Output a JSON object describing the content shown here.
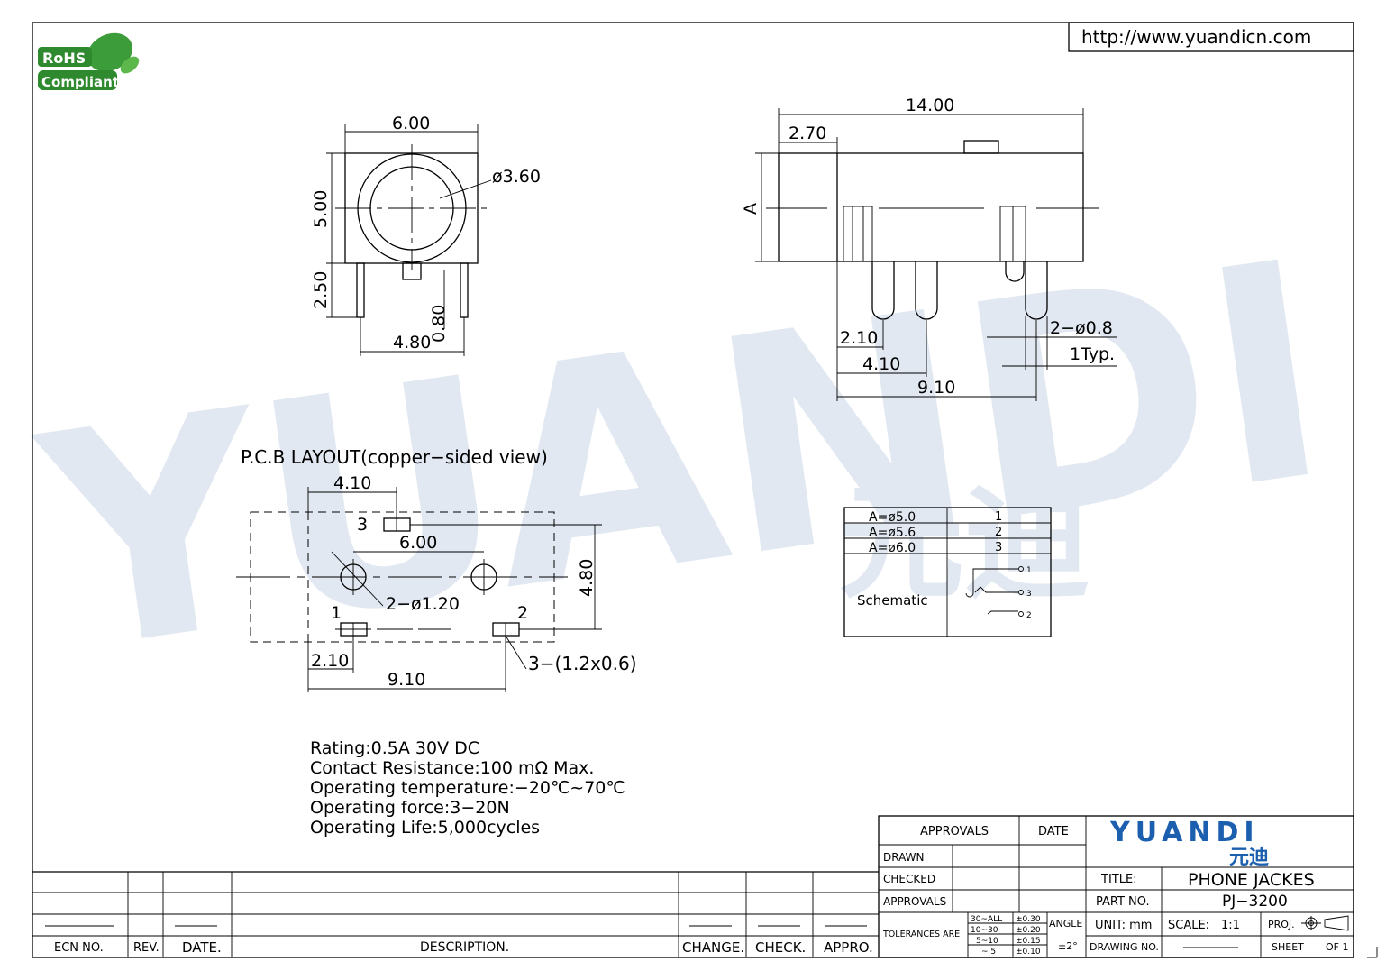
{
  "header": {
    "url": "http://www.yuandicn.com",
    "rohs_line1": "RoHS",
    "rohs_line2": "Compliant"
  },
  "watermark": {
    "brand": "YUANDI",
    "brand_cn": "元迪",
    "color": "#c9d7e6"
  },
  "front_view": {
    "width": "6.00",
    "height": "5.00",
    "hole": "ø3.60",
    "pin_length": "2.50",
    "center_pin": "0.80",
    "pin_span": "4.80"
  },
  "side_view": {
    "length": "14.00",
    "front": "2.70",
    "label_a": "A",
    "pin1": "2.10",
    "pin2": "4.10",
    "pin3": "9.10",
    "pin_dia": "2−ø0.8",
    "pin_typ": "1Typ."
  },
  "pcb_layout": {
    "title": "P.C.B  LAYOUT(copper−sided  view)",
    "dim_top": "4.10",
    "dim_holes": "6.00",
    "dim_height": "4.80",
    "holes": "2−ø1.20",
    "slots": "3−(1.2x0.6)",
    "dim_left": "2.10",
    "dim_bottom": "9.10",
    "pad_labels": [
      "3",
      "1",
      "2"
    ]
  },
  "a_table": {
    "rows": [
      {
        "a": "A=ø5.0",
        "n": "1"
      },
      {
        "a": "A=ø5.6",
        "n": "2"
      },
      {
        "a": "A=ø6.0",
        "n": "3"
      }
    ],
    "schematic_label": "Schematic",
    "schematic_pins": [
      "1",
      "3",
      "2"
    ]
  },
  "specs": [
    "Rating:0.5A  30V  DC",
    "Contact  Resistance:100  mΩ  Max.",
    "Operating  temperature:−20℃~70℃",
    "Operating  force:3−20N",
    "Operating  Life:5,000cycles"
  ],
  "revision_block": {
    "headers": [
      "ECN  NO.",
      "REV.",
      "DATE.",
      "DESCRIPTION.",
      "CHANGE.",
      "CHECK.",
      "APPRO."
    ]
  },
  "title_block": {
    "approvals_header": "APPROVALS",
    "date_header": "DATE",
    "drawn": "DRAWN",
    "checked": "CHECKED",
    "approvals": "APPROVALS",
    "tolerances": "TOLERANCES  ARE",
    "tol_ranges": [
      "30~ALL",
      "10~30",
      "5~10",
      "~ 5"
    ],
    "tol_values": [
      "±0.30",
      "±0.20",
      "±0.15",
      "±0.10"
    ],
    "angle_label": "ANGLE",
    "angle_value": "±2°",
    "brand": "YUANDI",
    "brand_cn": "元迪",
    "brand_color": "#1b5fae",
    "title_label": "TITLE:",
    "title_value": "PHONE  JACKES",
    "part_label": "PART  NO.",
    "part_value": "PJ−3200",
    "unit": "UNIT:  mm",
    "scale_label": "SCALE:",
    "scale_value": "1:1",
    "proj": "PROJ.",
    "drawing_no": "DRAWING  NO.",
    "sheet": "SHEET",
    "of": "OF  1"
  }
}
